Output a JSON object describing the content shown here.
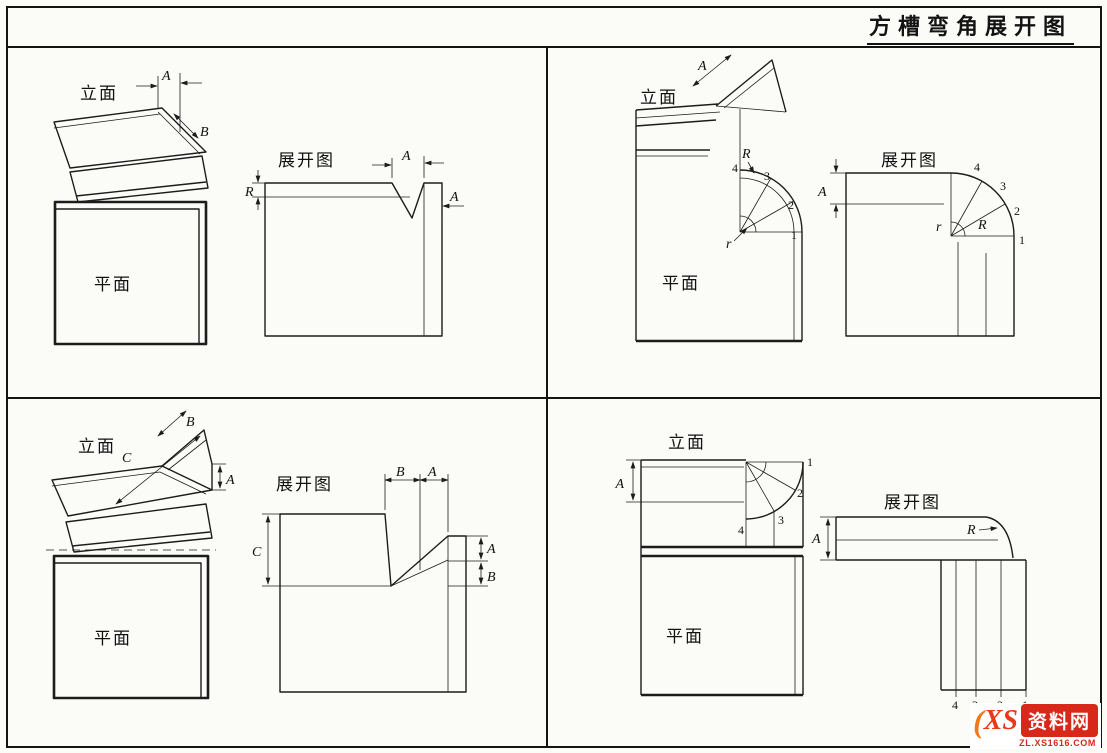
{
  "page": {
    "title": "方槽弯角展开图"
  },
  "views": {
    "elevation": "立面",
    "plan": "平面",
    "development": "展开图"
  },
  "dims": {
    "A": "A",
    "B": "B",
    "C": "C",
    "R": "R",
    "r": "r"
  },
  "points": {
    "1": "1",
    "2": "2",
    "3": "3",
    "4": "4"
  },
  "watermark": {
    "prefix": "(",
    "logo": "XS",
    "brand": "资料网",
    "site": "ZL.XS1616.COM"
  }
}
